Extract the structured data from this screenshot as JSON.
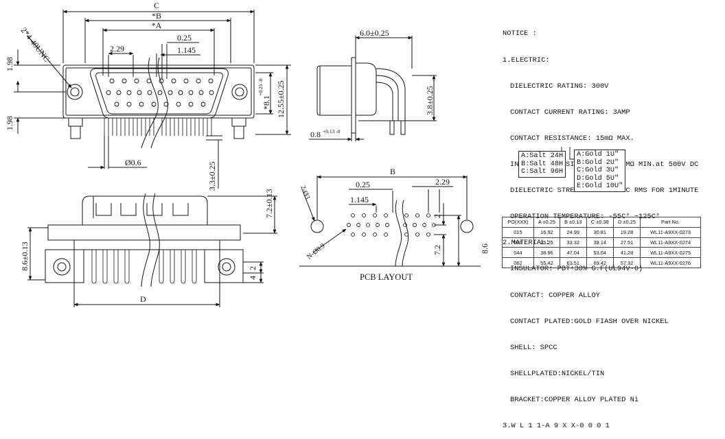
{
  "dims": {
    "front_top": {
      "c": "C",
      "b": "*B",
      "a": "*A",
      "pitch_229": "2.29",
      "pitch_025": "0.25",
      "pitch_1145": "1.145",
      "thread": "2*4-40UNC",
      "h198_top": "1.98",
      "h198_bot": "1.98",
      "h8": "*8.1",
      "h8_tol": "+0.25 -0",
      "h1255": "12.55±0.25",
      "pin_dia": "Ø0.6",
      "pin_len": "3.3±0.25"
    },
    "side": {
      "w6": "6.0±0.25",
      "h38": "3.8±0.25",
      "t08": "0.8",
      "t08_tol": "+0.13 -0"
    },
    "bottom": {
      "h72": "7.2±0.13",
      "h86": "8.6±0.13",
      "d": "D",
      "h2": "2",
      "h4": "4"
    },
    "pcb": {
      "b": "B",
      "p025": "0.25",
      "p229": "2.29",
      "p1145": "1.145",
      "h72": "7.2",
      "h86": "8.6",
      "d2": "2",
      "hole_top": "2-Ø3",
      "hole_bot": "N-Ø0.9",
      "title": "PCB LAYOUT"
    }
  },
  "notice": {
    "title": "NOTICE :",
    "electric_title": "1.ELECTRIC:",
    "electric": [
      "DIELECTRIC RATING: 300V",
      "CONTACT CURRENT RATING: 3AMP",
      "CONTACT RESISTANCE: 15mΩ MAX.",
      "INSULATION RESISTANCE: 1000MΩ MIN.at 500V DC",
      "DIELECTRIC STRENGTH: 500V AC RMS FOR 1MINUTE",
      "OPERATION TEMPERATURE: -55C° ~125C°"
    ],
    "material_title": "2.MATERIAL:",
    "material": [
      "INSULATOR: PBT+30% G.F(UL94V-0)",
      "CONTACT: COPPER ALLOY",
      "CONTACT PLATED:GOLD FIASH OVER NICKEL",
      "SHELL: SPCC",
      "SHELLPLATED:NICKEL/TIN",
      "BRACKET:COPPER ALLOY PLATED Ni"
    ],
    "code_line": "3.W L 1 1-A 9 X X-0 0 0 1",
    "salt": [
      "A:Salt 24H",
      "B:Salt 48H",
      "C:Salt 96H"
    ],
    "gold": [
      "A:Gold 1U\"",
      "B:Gold 2U\"",
      "C:Gold 3U\"",
      "D:Gold 5U\"",
      "E:Gold 10U\""
    ]
  },
  "parts_table": {
    "headers": [
      "PO(XXX)",
      "A ±0.25",
      "B ±0.13",
      "C ±0.38",
      "D ±0.25",
      "Part  No."
    ],
    "rows": [
      [
        "015",
        "16.92",
        "24.99",
        "30.81",
        "19.28",
        "WL11-A9XX-0273"
      ],
      [
        "026",
        "25.25",
        "33.32",
        "39.14",
        "27.51",
        "WL11-A9XX-0274"
      ],
      [
        "044",
        "38.96",
        "47.04",
        "53.04",
        "41.28",
        "WL11-A9XX-0275"
      ],
      [
        "062",
        "55.42",
        "63.51",
        "69.42",
        "57.32",
        "WL11-A9XX-0276"
      ]
    ]
  }
}
